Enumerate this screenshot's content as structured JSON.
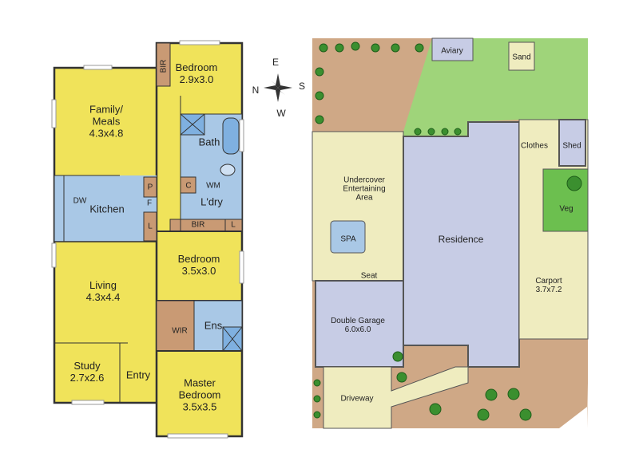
{
  "floor_plan": {
    "rooms": [
      {
        "name": "Bedroom",
        "dims": "2.9x3.0"
      },
      {
        "name": "Family/",
        "name2": "Meals",
        "dims": "4.3x4.8"
      },
      {
        "name": "Bath"
      },
      {
        "name": "Kitchen"
      },
      {
        "name": "L'dry"
      },
      {
        "name": "Bedroom",
        "dims": "3.5x3.0"
      },
      {
        "name": "Living",
        "dims": "4.3x4.4"
      },
      {
        "name": "Ens"
      },
      {
        "name": "WIR"
      },
      {
        "name": "Study",
        "dims": "2.7x2.6"
      },
      {
        "name": "Entry"
      },
      {
        "name": "Master",
        "name2": "Bedroom",
        "dims": "3.5x3.5"
      }
    ],
    "fixtures": {
      "bir_top": "BIR",
      "bir_mid": "BIR",
      "p": "P",
      "f": "F",
      "l1": "L",
      "l2": "L",
      "c": "C",
      "wm": "WM",
      "dw": "DW"
    }
  },
  "compass": {
    "n": "N",
    "e": "E",
    "s": "S",
    "w": "W"
  },
  "site_plan": {
    "aviary": "Aviary",
    "sand": "Sand",
    "clothes": "Clothes",
    "shed": "Shed",
    "undercover": [
      "Undercover",
      "Entertaining",
      "Area"
    ],
    "veg": "Veg",
    "spa": "SPA",
    "residence": "Residence",
    "seat": "Seat",
    "carport": {
      "name": "Carport",
      "dims": "3.7x7.2"
    },
    "garage": {
      "name": "Double Garage",
      "dims": "6.0x6.0"
    },
    "driveway": "Driveway"
  },
  "colors": {
    "room": "#f0e35a",
    "wet": "#a9c8e6",
    "robe": "#c99a74",
    "lawn": "#9fd47a",
    "soil": "#cfa886",
    "paving": "#efecbf",
    "building": "#c7cce5"
  }
}
